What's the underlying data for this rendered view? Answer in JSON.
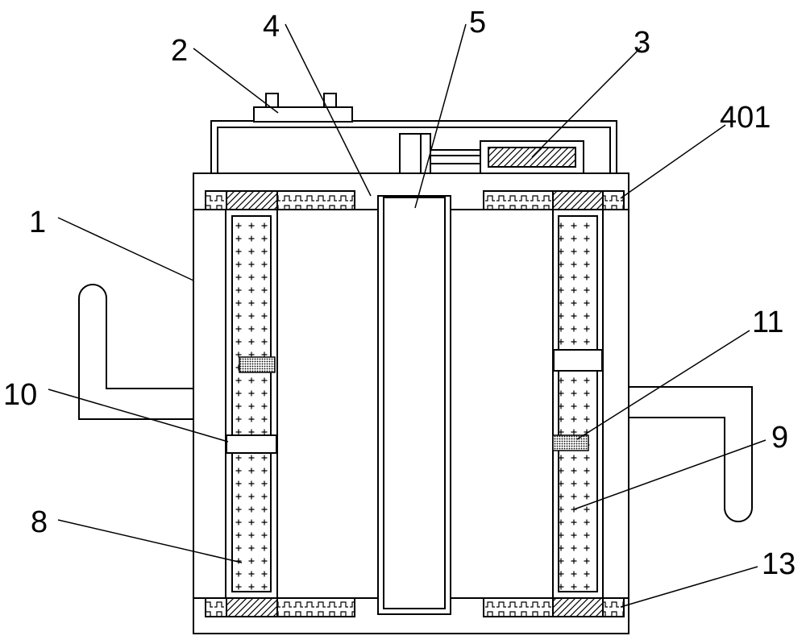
{
  "labels": {
    "l1": "1",
    "l2": "2",
    "l3": "3",
    "l4": "4",
    "l5": "5",
    "l401": "401",
    "l11": "11",
    "l10": "10",
    "l9": "9",
    "l8": "8",
    "l13": "13"
  }
}
